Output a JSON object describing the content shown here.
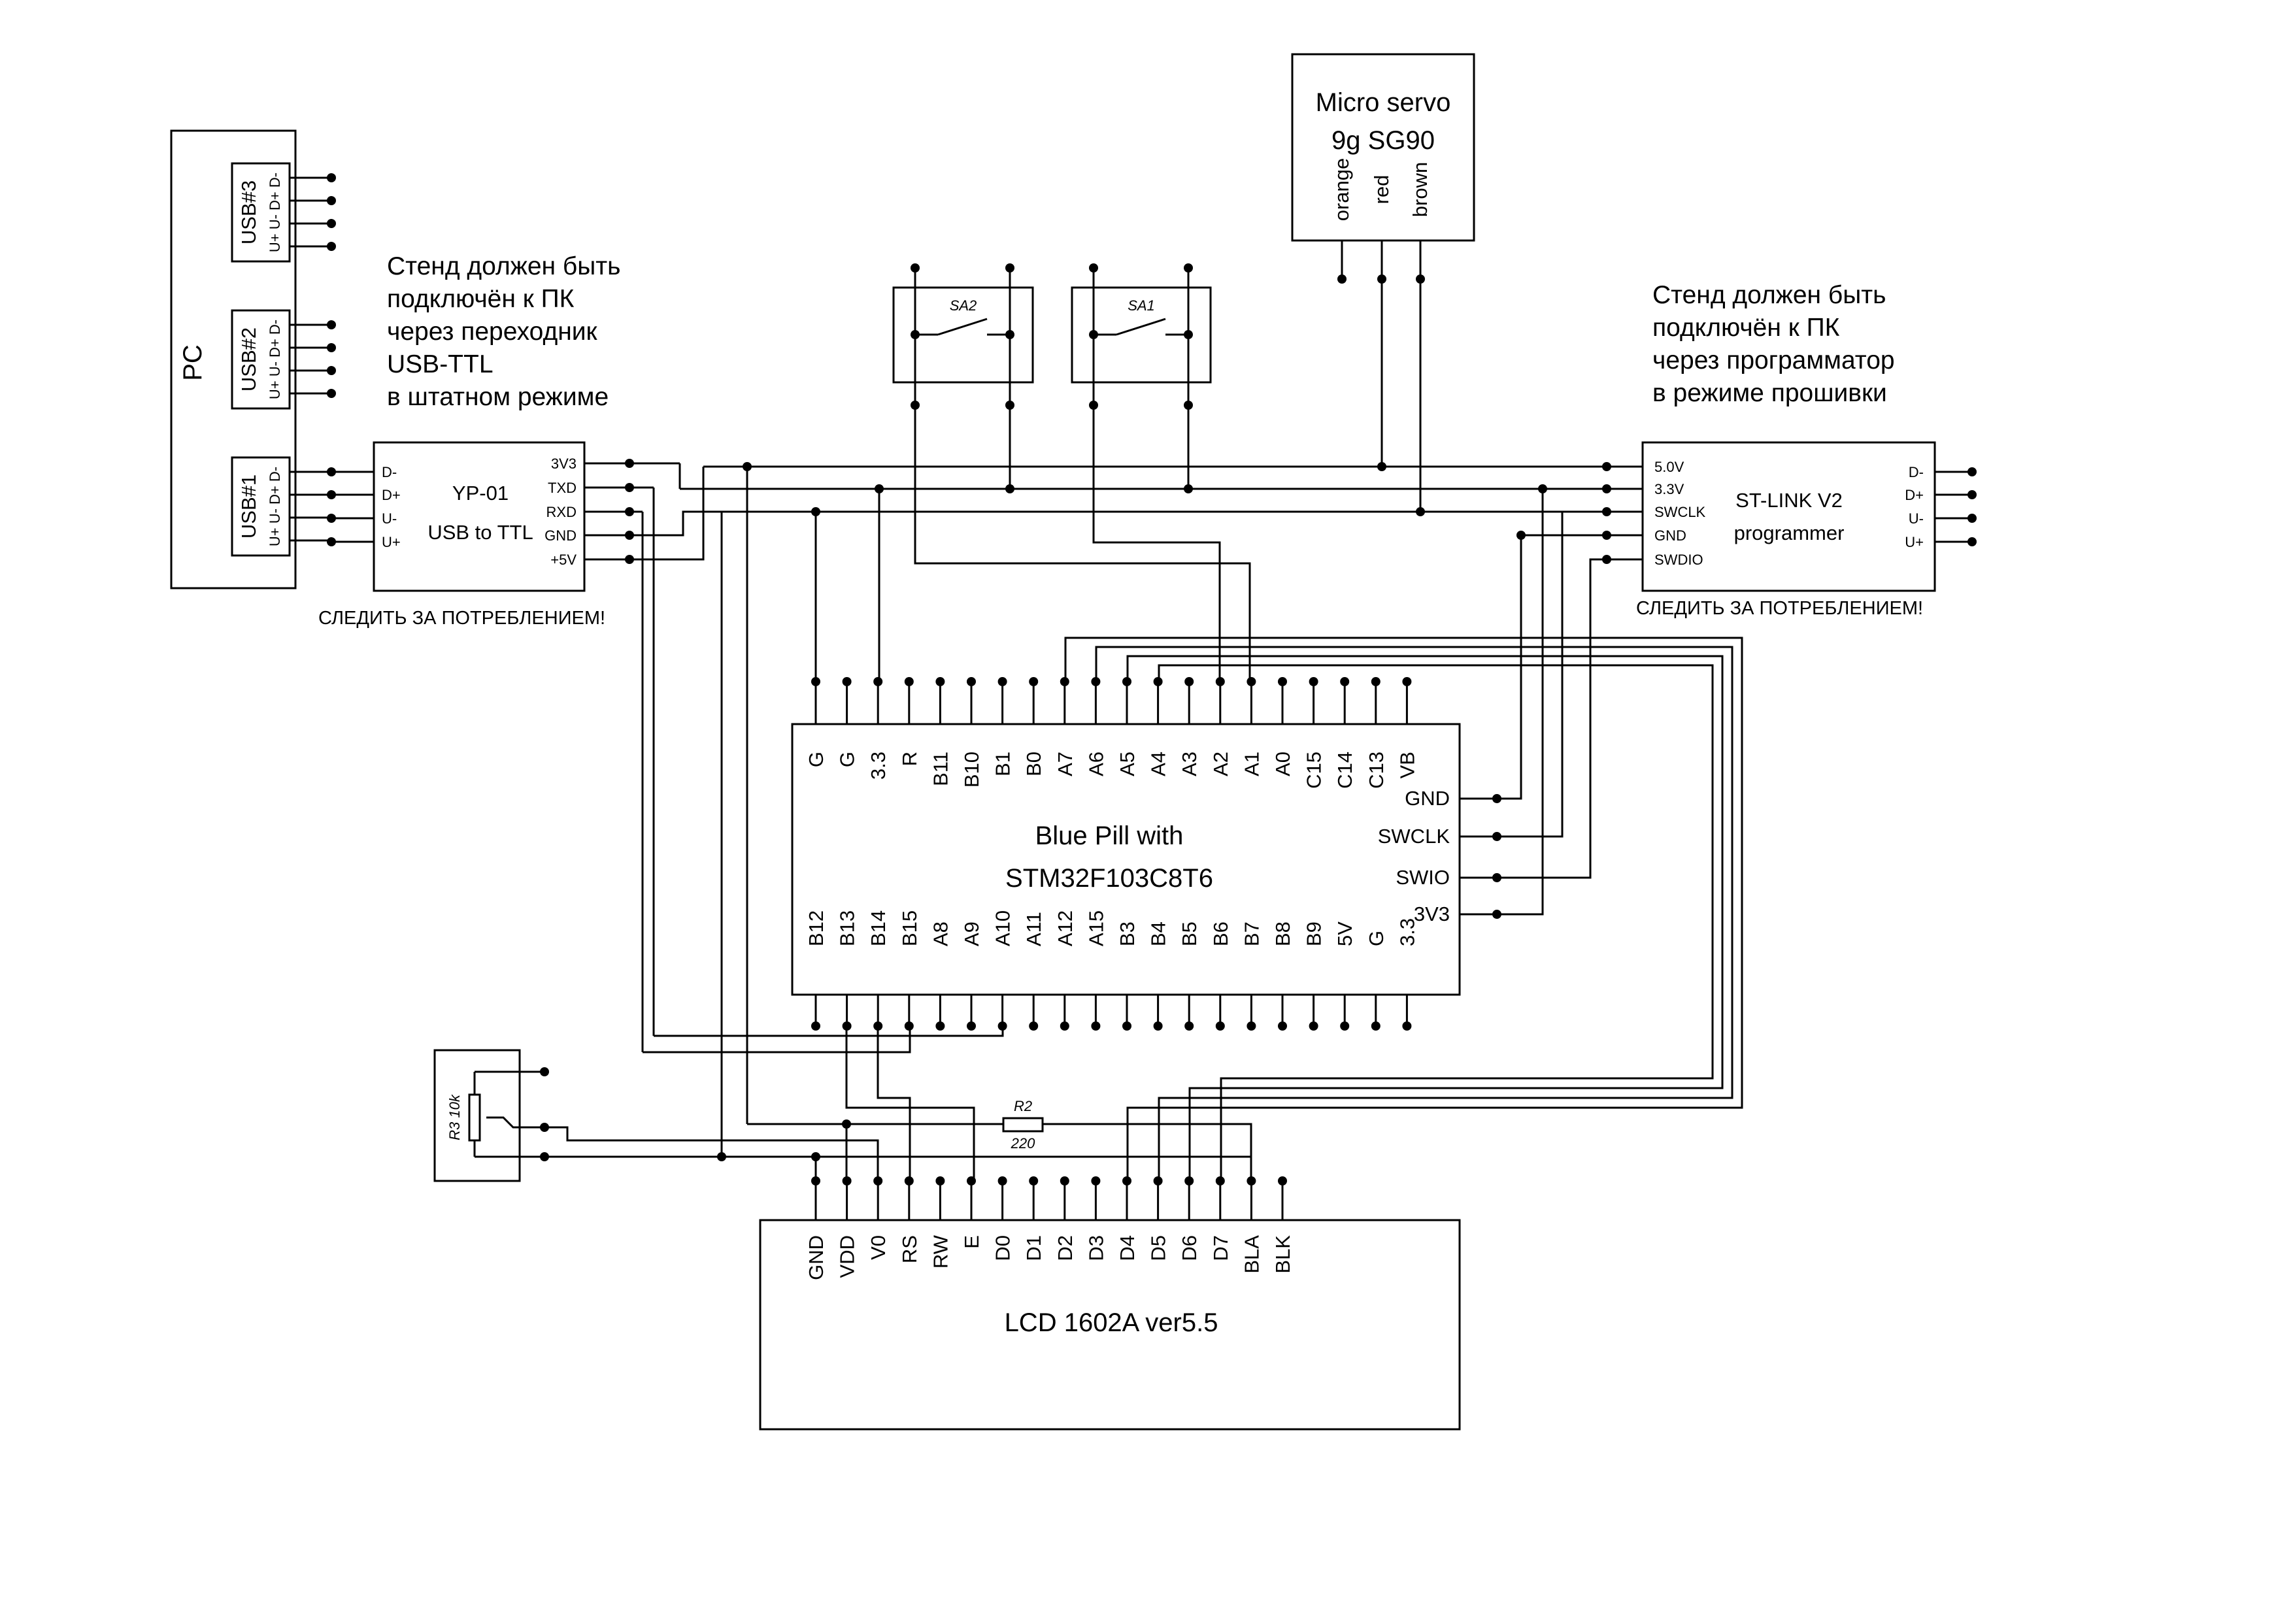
{
  "pc": {
    "label": "PC",
    "ports": [
      {
        "label": "USB#3",
        "pins": "U+ U- D+ D-"
      },
      {
        "label": "USB#2",
        "pins": "U+ U- D+ D-"
      },
      {
        "label": "USB#1",
        "pins": "U+ U- D+ D-"
      }
    ]
  },
  "notes": {
    "left": [
      "Стенд должен быть",
      "подключён к ПК",
      "через переходник",
      "USB-TTL",
      "в штатном режиме"
    ],
    "right": [
      "Стенд должен быть",
      "подключён к ПК",
      "через программатор",
      "в режиме прошивки"
    ],
    "warn_left": "СЛЕДИТЬ ЗА ПОТРЕБЛЕНИЕМ!",
    "warn_right": "СЛЕДИТЬ ЗА ПОТРЕБЛЕНИЕМ!"
  },
  "usb_ttl": {
    "title1": "YP-01",
    "title2": "USB to TTL",
    "left_pins": [
      "D-",
      "D+",
      "U-",
      "U+"
    ],
    "right_pins": [
      "3V3",
      "TXD",
      "RXD",
      "GND",
      "+5V"
    ]
  },
  "servo": {
    "title1": "Micro servo",
    "title2": "9g SG90",
    "wires": [
      "orange",
      "red",
      "brown"
    ]
  },
  "switches": [
    {
      "label": "SA2"
    },
    {
      "label": "SA1"
    }
  ],
  "stlink": {
    "title1": "ST-LINK V2",
    "title2": "programmer",
    "left_pins": [
      "5.0V",
      "3.3V",
      "SWCLK",
      "GND",
      "SWDIO"
    ],
    "right_pins": [
      "D-",
      "D+",
      "U-",
      "U+"
    ]
  },
  "bluepill": {
    "title1": "Blue Pill with",
    "title2": "STM32F103C8T6",
    "top_pins": [
      "G",
      "G",
      "3.3",
      "R",
      "B11",
      "B10",
      "B1",
      "B0",
      "A7",
      "A6",
      "A5",
      "A4",
      "A3",
      "A2",
      "A1",
      "A0",
      "C15",
      "C14",
      "C13",
      "VB"
    ],
    "bottom_pins": [
      "B12",
      "B13",
      "B14",
      "B15",
      "A8",
      "A9",
      "A10",
      "A11",
      "A12",
      "A15",
      "B3",
      "B4",
      "B5",
      "B6",
      "B7",
      "B8",
      "B9",
      "5V",
      "G",
      "3.3"
    ],
    "swd_pins": [
      "GND",
      "SWCLK",
      "SWIO",
      "3V3"
    ]
  },
  "lcd": {
    "title": "LCD 1602A ver5.5",
    "pins": [
      "GND",
      "VDD",
      "V0",
      "RS",
      "RW",
      "E",
      "D0",
      "D1",
      "D2",
      "D3",
      "D4",
      "D5",
      "D6",
      "D7",
      "BLA",
      "BLK"
    ]
  },
  "potentiometer": {
    "label": "R3 10k"
  },
  "resistor": {
    "name": "R2",
    "value": "220"
  }
}
